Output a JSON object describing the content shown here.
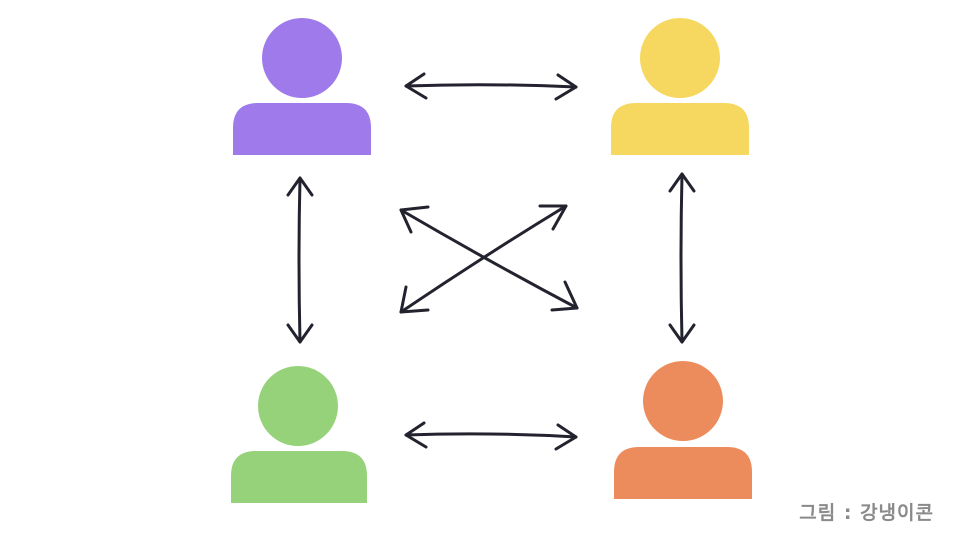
{
  "people": [
    {
      "id": "top-left",
      "color": "#9f7aea"
    },
    {
      "id": "top-right",
      "color": "#f6d860"
    },
    {
      "id": "bottom-left",
      "color": "#96d279"
    },
    {
      "id": "bottom-right",
      "color": "#ec8c5c"
    }
  ],
  "arrows": [
    {
      "from": "top-left",
      "to": "top-right",
      "direction": "both"
    },
    {
      "from": "bottom-left",
      "to": "bottom-right",
      "direction": "both"
    },
    {
      "from": "top-left",
      "to": "bottom-left",
      "direction": "both"
    },
    {
      "from": "top-right",
      "to": "bottom-right",
      "direction": "both"
    },
    {
      "from": "top-left",
      "to": "bottom-right",
      "direction": "both"
    },
    {
      "from": "top-right",
      "to": "bottom-left",
      "direction": "both"
    }
  ],
  "style": {
    "arrow_color": "#23232f"
  },
  "credit": "그림 : 강냉이콘"
}
